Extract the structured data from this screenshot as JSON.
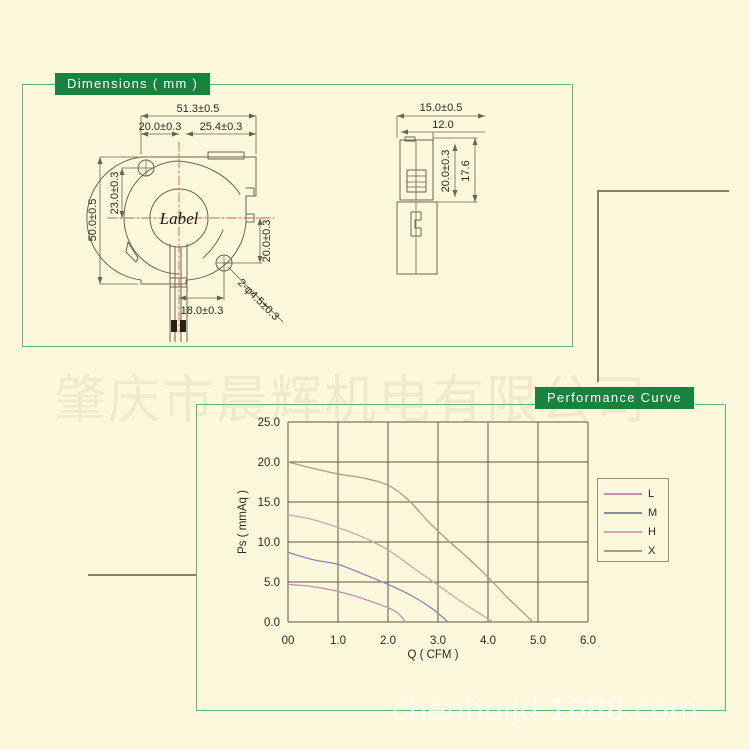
{
  "page": {
    "background_color": "#fbf8dc",
    "frame_color": "#63b183",
    "banner_color": "#17833c",
    "ink_color": "#6b6550"
  },
  "watermarks": {
    "company_cn": "肇庆市晨辉机电有限公司",
    "url": "chenhuijd.1688.com"
  },
  "dimensions_panel": {
    "banner": "Dimensions ( mm )",
    "front_view": {
      "label_text": "Label",
      "annotations": {
        "overall_width": "51.3±0.5",
        "left_width": "20.0±0.3",
        "right_width": "25.4±0.3",
        "overall_height": "50.0±0.5",
        "hole_offset_top": "23.0±0.3",
        "hole_offset_right": "20.0±0.3",
        "hole_spec": "2-φ4.5±0.3",
        "wire_spacing": "18.0±0.3"
      }
    },
    "side_view": {
      "annotations": {
        "overall_depth": "15.0±0.5",
        "body_depth": "12.0",
        "overall_height": "20.0±0.3",
        "inner_height": "17.6"
      }
    }
  },
  "performance_panel": {
    "banner": "Performance Curve"
  },
  "chart_data": {
    "type": "line",
    "title": "Performance Curve",
    "xlabel": "Q ( CFM )",
    "ylabel": "Ps ( mmAq )",
    "xlim": [
      0,
      6
    ],
    "ylim": [
      0,
      25
    ],
    "xticks": [
      0,
      1,
      2,
      3,
      4,
      5,
      6
    ],
    "xtick_labels": [
      "00",
      "1.0",
      "2.0",
      "3.0",
      "4.0",
      "5.0",
      "6.0"
    ],
    "yticks": [
      0,
      5,
      10,
      15,
      20,
      25
    ],
    "ytick_labels": [
      "0.0",
      "5.0",
      "10.0",
      "15.0",
      "20.0",
      "25.0"
    ],
    "grid": true,
    "legend_position": "right",
    "series": [
      {
        "name": "L",
        "color": "#c78fb4",
        "points": [
          [
            0,
            4.7
          ],
          [
            0.4,
            4.5
          ],
          [
            0.8,
            4.1
          ],
          [
            1.2,
            3.5
          ],
          [
            1.6,
            2.7
          ],
          [
            2.0,
            1.8
          ],
          [
            2.2,
            1.1
          ],
          [
            2.35,
            0.0
          ]
        ]
      },
      {
        "name": "M",
        "color": "#8b87b8",
        "points": [
          [
            0,
            8.7
          ],
          [
            0.5,
            7.8
          ],
          [
            1.0,
            7.2
          ],
          [
            1.5,
            6.0
          ],
          [
            2.0,
            4.7
          ],
          [
            2.5,
            3.2
          ],
          [
            2.9,
            1.6
          ],
          [
            3.2,
            0.0
          ]
        ]
      },
      {
        "name": "H",
        "color": "#d2a6ae",
        "points": [
          [
            0,
            13.4
          ],
          [
            0.5,
            12.8
          ],
          [
            1.0,
            11.8
          ],
          [
            1.5,
            10.6
          ],
          [
            2.0,
            9.0
          ],
          [
            2.5,
            6.8
          ],
          [
            3.0,
            4.6
          ],
          [
            3.5,
            2.4
          ],
          [
            4.1,
            0.0
          ]
        ]
      },
      {
        "name": "X",
        "color": "#b49a7a",
        "points": [
          [
            0,
            20.0
          ],
          [
            0.5,
            19.2
          ],
          [
            1.0,
            18.5
          ],
          [
            1.5,
            18.0
          ],
          [
            2.0,
            17.1
          ],
          [
            2.4,
            15.3
          ],
          [
            2.8,
            12.6
          ],
          [
            3.2,
            10.2
          ],
          [
            3.6,
            8.0
          ],
          [
            4.0,
            5.6
          ],
          [
            4.4,
            3.0
          ],
          [
            4.9,
            0.0
          ]
        ]
      }
    ]
  }
}
